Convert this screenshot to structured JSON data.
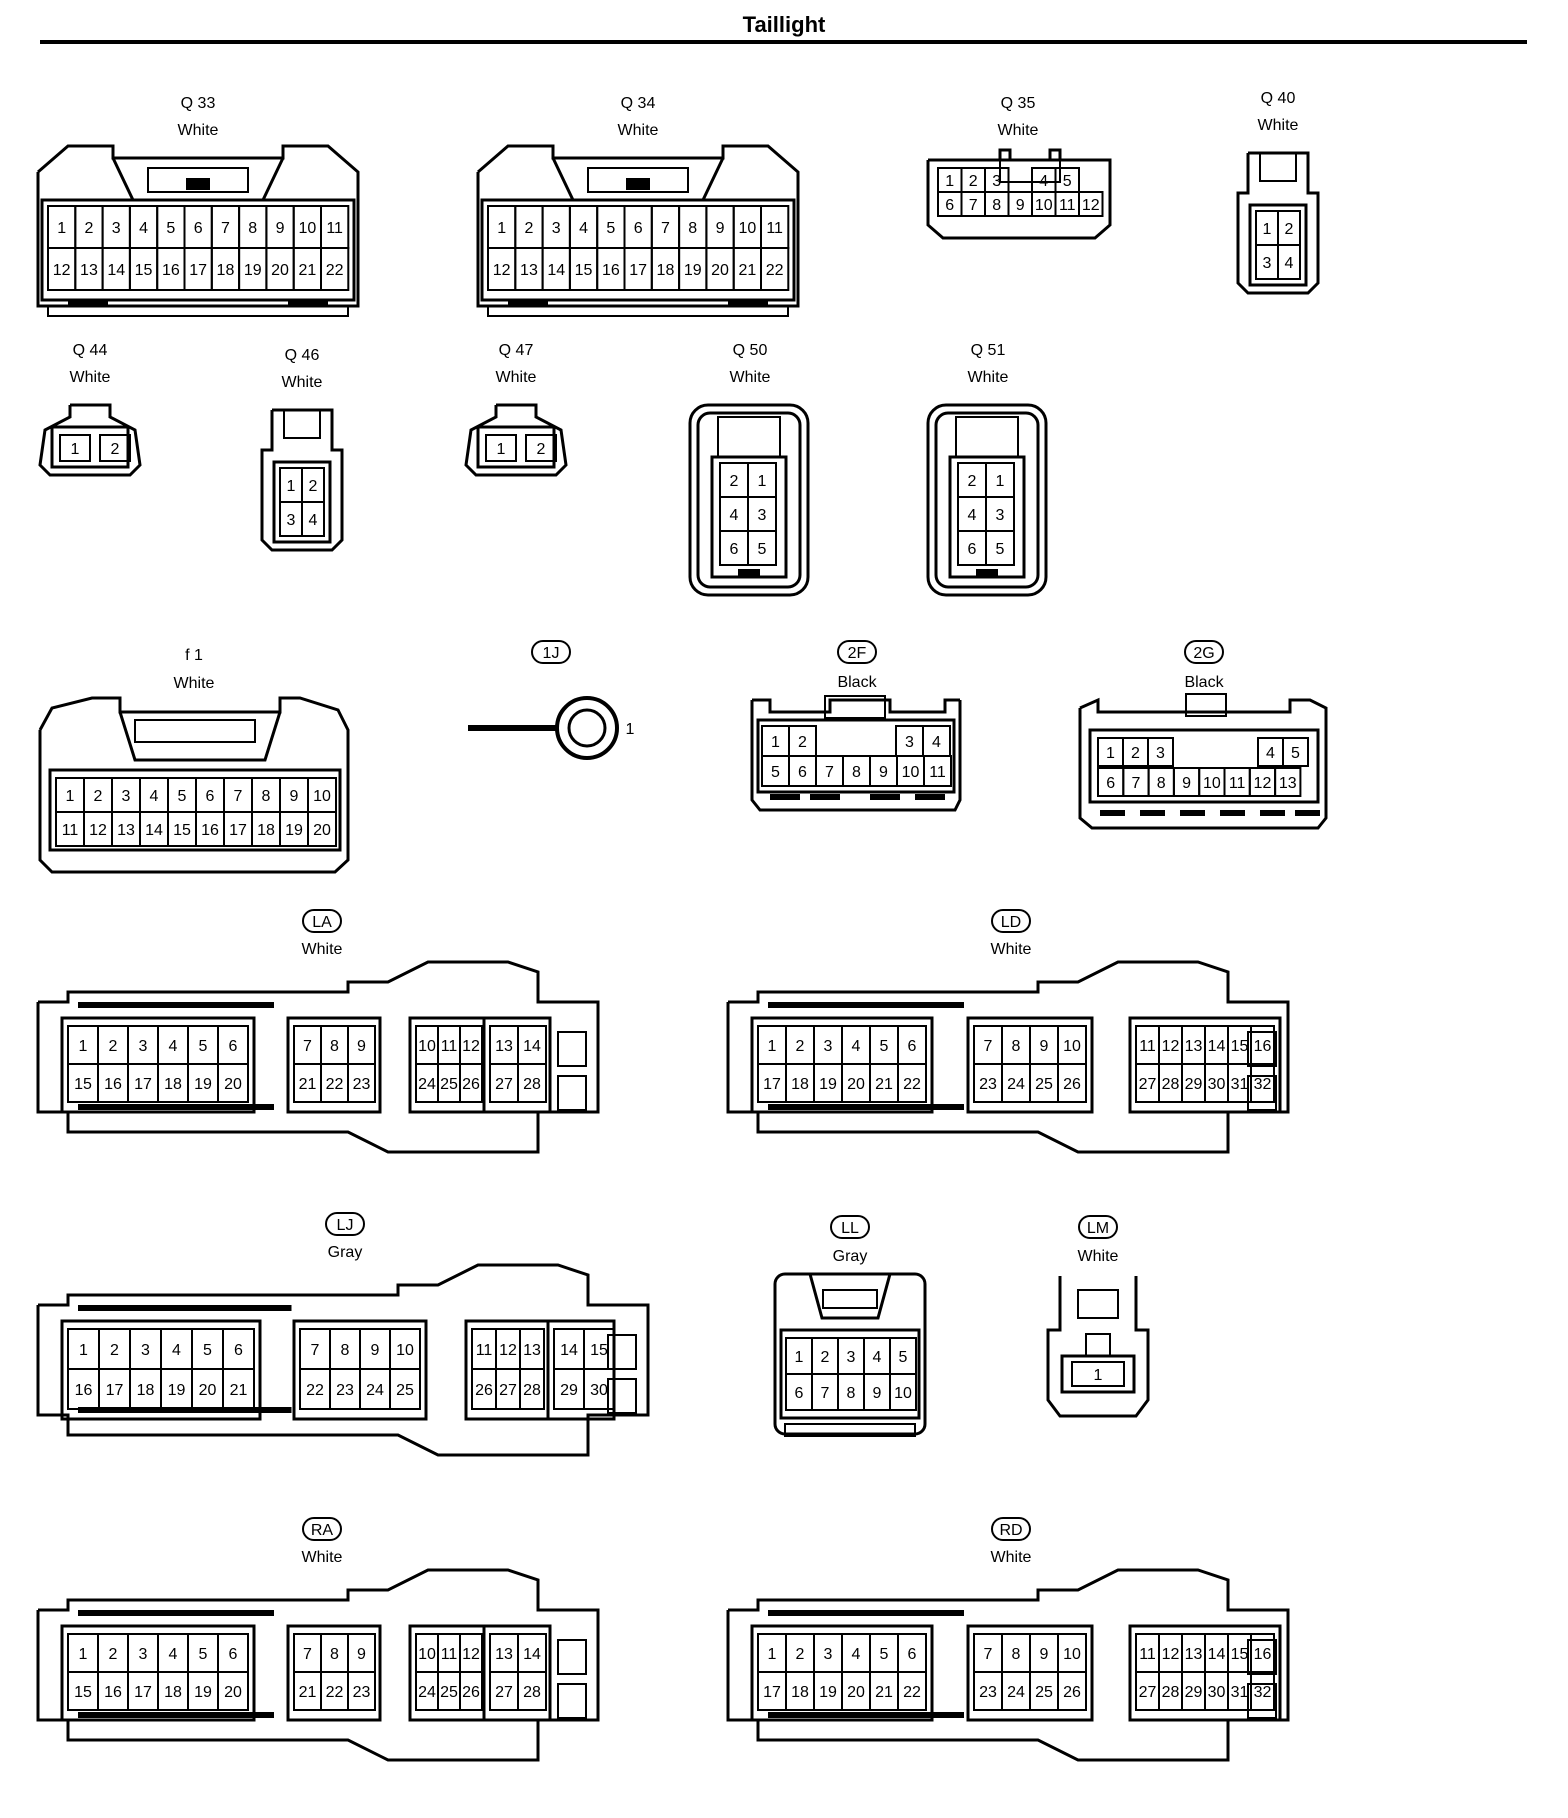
{
  "title": "Taillight",
  "connectors": [
    {
      "id": "Q33",
      "code": "Q 33",
      "color": "White",
      "boxed": false,
      "rows": [
        [
          "1",
          "2",
          "3",
          "4",
          "5",
          "6",
          "7",
          "8",
          "9",
          "10",
          "11"
        ],
        [
          "12",
          "13",
          "14",
          "15",
          "16",
          "17",
          "18",
          "19",
          "20",
          "21",
          "22"
        ]
      ]
    },
    {
      "id": "Q34",
      "code": "Q 34",
      "color": "White",
      "boxed": false,
      "rows": [
        [
          "1",
          "2",
          "3",
          "4",
          "5",
          "6",
          "7",
          "8",
          "9",
          "10",
          "11"
        ],
        [
          "12",
          "13",
          "14",
          "15",
          "16",
          "17",
          "18",
          "19",
          "20",
          "21",
          "22"
        ]
      ]
    },
    {
      "id": "Q35",
      "code": "Q 35",
      "color": "White",
      "boxed": false,
      "rows": [
        [
          "1",
          "2",
          "3",
          "",
          "4",
          "5"
        ],
        [
          "6",
          "7",
          "8",
          "9",
          "10",
          "11",
          "12"
        ]
      ]
    },
    {
      "id": "Q40",
      "code": "Q 40",
      "color": "White",
      "boxed": false,
      "rows": [
        [
          "1",
          "2"
        ],
        [
          "3",
          "4"
        ]
      ]
    },
    {
      "id": "Q44",
      "code": "Q 44",
      "color": "White",
      "boxed": false,
      "rows": [
        [
          "1",
          "2"
        ]
      ]
    },
    {
      "id": "Q46",
      "code": "Q 46",
      "color": "White",
      "boxed": false,
      "rows": [
        [
          "1",
          "2"
        ],
        [
          "3",
          "4"
        ]
      ]
    },
    {
      "id": "Q47",
      "code": "Q 47",
      "color": "White",
      "boxed": false,
      "rows": [
        [
          "1",
          "2"
        ]
      ]
    },
    {
      "id": "Q50",
      "code": "Q 50",
      "color": "White",
      "boxed": false,
      "rows": [
        [
          "2",
          "1"
        ],
        [
          "4",
          "3"
        ],
        [
          "6",
          "5"
        ]
      ]
    },
    {
      "id": "Q51",
      "code": "Q 51",
      "color": "White",
      "boxed": false,
      "rows": [
        [
          "2",
          "1"
        ],
        [
          "4",
          "3"
        ],
        [
          "6",
          "5"
        ]
      ]
    },
    {
      "id": "f1",
      "code": "f 1",
      "color": "White",
      "boxed": false,
      "rows": [
        [
          "1",
          "2",
          "3",
          "4",
          "5",
          "6",
          "7",
          "8",
          "9",
          "10"
        ],
        [
          "11",
          "12",
          "13",
          "14",
          "15",
          "16",
          "17",
          "18",
          "19",
          "20"
        ]
      ]
    },
    {
      "id": "1J",
      "code": "1J",
      "color": "",
      "boxed": true,
      "rows": [
        [
          "1"
        ]
      ]
    },
    {
      "id": "2F",
      "code": "2F",
      "color": "Black",
      "boxed": true,
      "rows": [
        [
          "1",
          "2",
          "",
          "3",
          "4"
        ],
        [
          "5",
          "6",
          "7",
          "8",
          "9",
          "10",
          "11"
        ]
      ]
    },
    {
      "id": "2G",
      "code": "2G",
      "color": "Black",
      "boxed": true,
      "rows": [
        [
          "1",
          "2",
          "3",
          "",
          "4",
          "5"
        ],
        [
          "6",
          "7",
          "8",
          "9",
          "10",
          "11",
          "12",
          "13"
        ]
      ]
    },
    {
      "id": "LA",
      "code": "LA",
      "color": "White",
      "boxed": true,
      "groups": [
        {
          "rows": [
            [
              "1",
              "2",
              "3",
              "4",
              "5",
              "6"
            ],
            [
              "15",
              "16",
              "17",
              "18",
              "19",
              "20"
            ]
          ]
        },
        {
          "rows": [
            [
              "7",
              "8",
              "9"
            ],
            [
              "21",
              "22",
              "23"
            ]
          ]
        },
        {
          "rows": [
            [
              "10",
              "11",
              "12"
            ],
            [
              "24",
              "25",
              "26"
            ]
          ]
        },
        {
          "rows": [
            [
              "13",
              "14"
            ],
            [
              "27",
              "28"
            ]
          ]
        }
      ]
    },
    {
      "id": "LD",
      "code": "LD",
      "color": "White",
      "boxed": true,
      "groups": [
        {
          "rows": [
            [
              "1",
              "2",
              "3",
              "4",
              "5",
              "6"
            ],
            [
              "17",
              "18",
              "19",
              "20",
              "21",
              "22"
            ]
          ]
        },
        {
          "rows": [
            [
              "7",
              "8",
              "9",
              "10"
            ],
            [
              "23",
              "24",
              "25",
              "26"
            ]
          ]
        },
        {
          "rows": [
            [
              "11",
              "12",
              "13",
              "14",
              "15",
              "16"
            ],
            [
              "27",
              "28",
              "29",
              "30",
              "31",
              "32"
            ]
          ]
        }
      ]
    },
    {
      "id": "LJ",
      "code": "LJ",
      "color": "Gray",
      "boxed": true,
      "groups": [
        {
          "rows": [
            [
              "1",
              "2",
              "3",
              "4",
              "5",
              "6"
            ],
            [
              "16",
              "17",
              "18",
              "19",
              "20",
              "21"
            ]
          ]
        },
        {
          "rows": [
            [
              "7",
              "8",
              "9",
              "10"
            ],
            [
              "22",
              "23",
              "24",
              "25"
            ]
          ]
        },
        {
          "rows": [
            [
              "11",
              "12",
              "13"
            ],
            [
              "26",
              "27",
              "28"
            ]
          ]
        },
        {
          "rows": [
            [
              "14",
              "15"
            ],
            [
              "29",
              "30"
            ]
          ]
        }
      ]
    },
    {
      "id": "LL",
      "code": "LL",
      "color": "Gray",
      "boxed": true,
      "rows": [
        [
          "1",
          "2",
          "3",
          "4",
          "5"
        ],
        [
          "6",
          "7",
          "8",
          "9",
          "10"
        ]
      ]
    },
    {
      "id": "LM",
      "code": "LM",
      "color": "White",
      "boxed": true,
      "rows": [
        [
          "1"
        ]
      ]
    },
    {
      "id": "RA",
      "code": "RA",
      "color": "White",
      "boxed": true,
      "groups": [
        {
          "rows": [
            [
              "1",
              "2",
              "3",
              "4",
              "5",
              "6"
            ],
            [
              "15",
              "16",
              "17",
              "18",
              "19",
              "20"
            ]
          ]
        },
        {
          "rows": [
            [
              "7",
              "8",
              "9"
            ],
            [
              "21",
              "22",
              "23"
            ]
          ]
        },
        {
          "rows": [
            [
              "10",
              "11",
              "12"
            ],
            [
              "24",
              "25",
              "26"
            ]
          ]
        },
        {
          "rows": [
            [
              "13",
              "14"
            ],
            [
              "27",
              "28"
            ]
          ]
        }
      ]
    },
    {
      "id": "RD",
      "code": "RD",
      "color": "White",
      "boxed": true,
      "groups": [
        {
          "rows": [
            [
              "1",
              "2",
              "3",
              "4",
              "5",
              "6"
            ],
            [
              "17",
              "18",
              "19",
              "20",
              "21",
              "22"
            ]
          ]
        },
        {
          "rows": [
            [
              "7",
              "8",
              "9",
              "10"
            ],
            [
              "23",
              "24",
              "25",
              "26"
            ]
          ]
        },
        {
          "rows": [
            [
              "11",
              "12",
              "13",
              "14",
              "15",
              "16"
            ],
            [
              "27",
              "28",
              "29",
              "30",
              "31",
              "32"
            ]
          ]
        }
      ]
    }
  ]
}
